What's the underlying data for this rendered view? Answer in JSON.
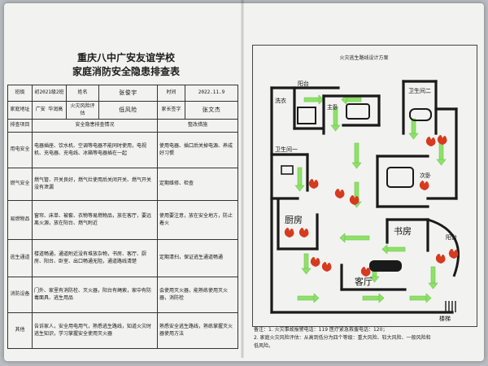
{
  "left_page": {
    "school_name": "重庆八中广安友谊学校",
    "form_title": "家庭消防安全隐患排查表",
    "labels": {
      "class": "班级",
      "name": "姓名",
      "time": "时间",
      "address": "家庭地址",
      "risk_eval": "火灾风险评估",
      "parent_sign": "家长签字",
      "check_item": "排查项目",
      "hazard_status": "安全隐患排查情况",
      "rectify": "整改措施",
      "electrical": "用电安全",
      "gas": "燃气安全",
      "flammables": "易燃物品",
      "escape": "逃生通道",
      "fire_equipment": "消防设备",
      "other": "其他"
    },
    "values": {
      "class": "初2021级2班",
      "name": "张俊宇",
      "time": "2022.11.9",
      "address": "广安 华润高",
      "risk": "低风险",
      "signature": "张文杰"
    },
    "rows": [
      {
        "status": "电器插座、饮水机、空调等电器不能同时使用，电视机、充电器、充电线、冰箱等电器插在一起",
        "fix": "使用电器、插口后关掉电源、养成好习惯"
      },
      {
        "status": "燃气管、开关良好，燃气灶使用后关闭开关、燃气开关没有泄漏",
        "fix": "定期维修、检查"
      },
      {
        "status": "窗帘、床单、被套、衣物等易燃物品，放在客厅，要远离火源，放在阳台、燃气附近",
        "fix": "使用要注意，放在安全地方，防止着火"
      },
      {
        "status": "楼道畅通，通道附近没有堆放杂物，书房、客厅、厨房、阳台、卧室、出口畅通无阻，通道路线清楚",
        "fix": "定期清扫，保证逃生通道畅通"
      },
      {
        "status": "门外、家里有消防栓、灭火器，阳台有绳索，家中有防毒面具、逃生用品",
        "fix": "会使用灭火器，能熟练使用灭火器，消防栓"
      },
      {
        "status": "告诉家人，安全用电用气，熟悉逃生路线，知道火灾时逃生知识，学习掌握安全使用灭火器",
        "fix": "熟悉安全逃生路线，熟练掌握灭火器使用方法"
      }
    ]
  },
  "right_page": {
    "plan_title": "火灾逃生路线设计方案",
    "rooms": {
      "balcony_top": "阳台",
      "laundry": "洗衣",
      "master_bedroom": "主卧",
      "bathroom_2": "卫生间二",
      "bathroom_1": "卫生间一",
      "bedroom_2": "次卧",
      "kitchen": "厨房",
      "study": "书房",
      "balcony_right": "阳台",
      "living_room": "客厅",
      "exit": "楼梯"
    },
    "notes": {
      "line1": "备注：1. 火灾事故报警电话：119    医疗紧急救援电话：120；",
      "line2": "2. 家庭火灾风险评估：从高到低分为四个等级：重大风险、较大风险、一般风险和",
      "line3": "低风险。"
    },
    "colors": {
      "ink": "#1a1a1a",
      "route": "#8fe06a",
      "fire": "#d63a1f"
    }
  }
}
